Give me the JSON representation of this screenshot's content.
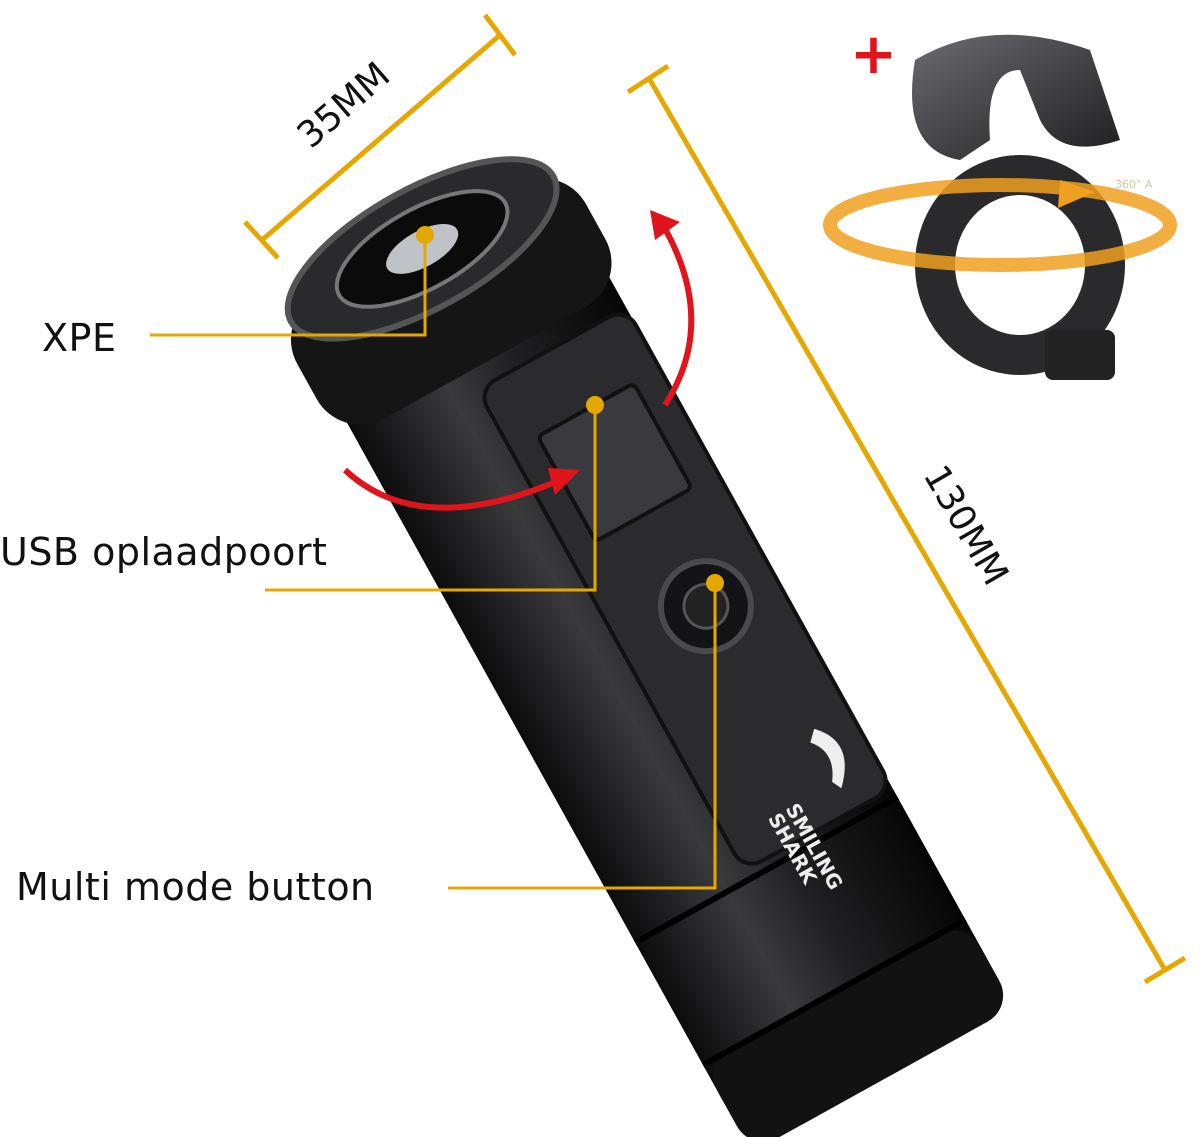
{
  "labels": {
    "xpe": "XPE",
    "usb": "USB oplaadpoort",
    "button": "Multi mode button"
  },
  "dimensions": {
    "width": "35MM",
    "length": "130MM"
  },
  "brand": {
    "line1": "SMILING",
    "line2": "SHARK"
  },
  "mount": {
    "rotation_text": "360° A",
    "plus_sign": "+"
  },
  "colors": {
    "annotation": "#e5a800",
    "arrow": "#e0141b",
    "body": "#1c1c1e",
    "mount_arrow": "#f0a020"
  }
}
